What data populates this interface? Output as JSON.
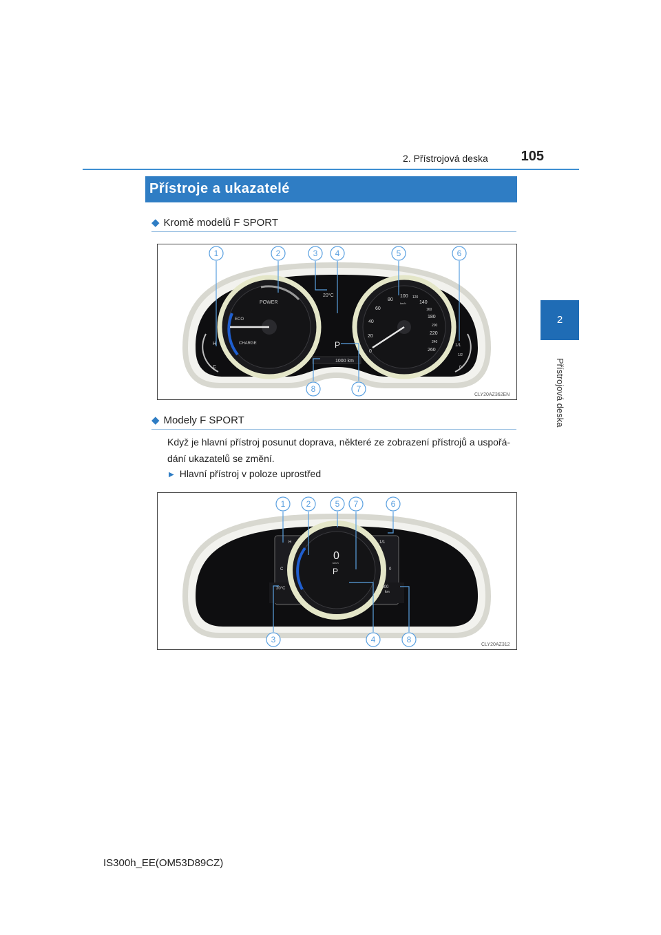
{
  "header": {
    "section": "2. Přístrojová deska",
    "page_number": "105"
  },
  "side_tab": {
    "number": "2",
    "label": "Přístrojová deska"
  },
  "title": "Přístroje a ukazatelé",
  "section_a": {
    "heading": "Kromě modelů F SPORT"
  },
  "figure_a": {
    "code": "CLY20AZ362EN",
    "callouts": [
      "1",
      "2",
      "3",
      "4",
      "5",
      "6",
      "7",
      "8"
    ],
    "hybrid_labels": [
      "POWER",
      "ECO",
      "CHARGE"
    ],
    "temp_labels": [
      "H",
      "C"
    ],
    "temp_reading": "20°C",
    "gear": "P",
    "odometer": "1000 km",
    "speed_ticks": [
      "0",
      "20",
      "40",
      "60",
      "80",
      "100",
      "120",
      "140",
      "160",
      "180",
      "200",
      "220",
      "240",
      "260"
    ],
    "speed_unit": "km/h",
    "fuel_labels": [
      "1/1",
      "1/2",
      "0"
    ]
  },
  "section_b": {
    "heading": "Modely F SPORT",
    "paragraph": "Když je hlavní přístroj posunut doprava, některé ze zobrazení přístrojů a uspořá-dání ukazatelů se změní.",
    "bullet": "Hlavní přístroj v poloze uprostřed"
  },
  "figure_b": {
    "code": "CLY20AZ312",
    "callouts": [
      "1",
      "2",
      "5",
      "7",
      "6",
      "3",
      "4",
      "8"
    ],
    "speed_value": "0",
    "speed_unit": "km/h",
    "gear": "P",
    "temp_labels": [
      "H",
      "C"
    ],
    "fuel_labels": [
      "1/1",
      "0"
    ],
    "temp_reading": "20°C",
    "odometer": "1000",
    "odometer_unit": "km"
  },
  "footer": "IS300h_EE(OM53D89CZ)",
  "colors": {
    "accent": "#2f7dc4",
    "rule": "#3f8fd2"
  }
}
